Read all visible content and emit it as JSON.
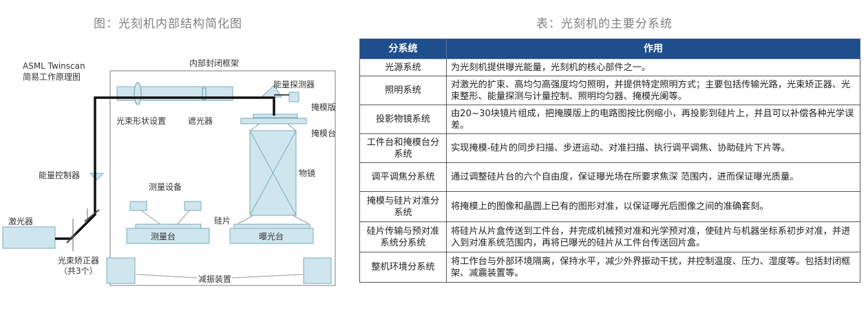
{
  "left_title": "图：光刻机内部结构简化图",
  "right_title": "表：光刻机的主要分系统",
  "diagram": {
    "brand": "ASML Twinscan",
    "subtitle": "简易工作原理图",
    "frame": "内部封闭框架",
    "energy_detector": "能量探测器",
    "reticle": "掩模版",
    "reticle_stage": "掩模台",
    "beam_shaper": "光束形状设置",
    "shutter": "遮光器",
    "energy_controller": "能量控制器",
    "objective": "物镜",
    "measure_device": "测量设备",
    "wafer": "硅片",
    "laser": "激光器",
    "measure_stage": "测量台",
    "exposure_stage": "曝光台",
    "beam_corrector": "光束矫正器",
    "corrector_count": "（共3个）",
    "damping": "减振装置"
  },
  "table": {
    "headers": [
      "分系统",
      "作用"
    ],
    "rows": [
      {
        "name": "光源系统",
        "desc": "为光刻机提供曝光能量，光刻机的核心部件之一。"
      },
      {
        "name": "照明系统",
        "desc": "对激光的扩束、高均匀高强度均匀照明，并提供特定照明方式；主要包括传输光路，光束矫正器、光束整形、能量探测与计量控制、照明均匀器、掩模光阑等。"
      },
      {
        "name": "投影物镜系统",
        "desc": "由20~30块镜片组成，把掩膜版上的电路图按比例缩小，再投影到硅片上，并且可以补偿各种光学误差。"
      },
      {
        "name": "工件台和掩模台分系统",
        "desc": "实现掩模-硅片的同步扫描、步进运动、对准扫描、执行调平调焦、协助硅片下片等。"
      },
      {
        "name": "调平调焦分系统",
        "desc": "通过调整硅片台的六个自由度，保证曝光场在所要求焦深 范围内，进而保证曝光质量。"
      },
      {
        "name": "掩模与硅片对准分系统",
        "desc": "将掩模上的图像和晶圆上已有的图形对准，以保证曝光后图像之间的准确套刻。"
      },
      {
        "name": "硅片传输与预对准系统分系统",
        "desc": "将硅片从片盒传送到工件台，并完成机械预对准和光学预对准，使硅片与机器坐标系初步对准，并进入到对准系统范围内，再将已曝光的硅片从工件台传送回片盒。"
      },
      {
        "name": "整机环境分系统",
        "desc": "将工作台与外部环境隔离，保持水平，减少外界振动干扰，并控制温度、压力、湿度等。包括封闭框架、减震装置等。"
      }
    ]
  },
  "colors": {
    "header_bg": "#1f4e8c",
    "component_fill": "#cfe6ee",
    "component_stroke": "#7aaabb",
    "beam": "#111111"
  }
}
